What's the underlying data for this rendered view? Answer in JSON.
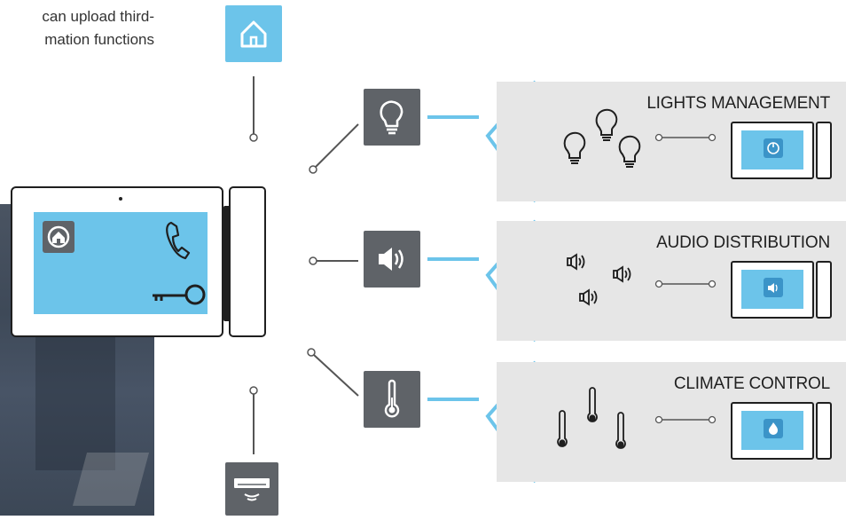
{
  "intro": {
    "line1": "can upload third-",
    "line2": "mation functions"
  },
  "accent_color": "#6cc4ea",
  "tile_color": "#5f6368",
  "band_color": "#e6e6e6",
  "sections": [
    {
      "id": "lights",
      "title": "LIGHTS MANAGEMENT",
      "tile_icon": "light-bulb-icon",
      "device_icons": "light-bulb-icon",
      "mini_icon": "power-icon"
    },
    {
      "id": "audio",
      "title": "AUDIO DISTRIBUTION",
      "tile_icon": "speaker-icon",
      "device_icons": "speaker-icon",
      "mini_icon": "speaker-icon"
    },
    {
      "id": "climate",
      "title": "CLIMATE CONTROL",
      "tile_icon": "thermometer-icon",
      "device_icons": "thermometer-icon",
      "mini_icon": "flame-icon"
    }
  ],
  "hub": {
    "top_tile_icon": "home-icon",
    "bottom_tile_icon": "air-conditioner-icon",
    "screen_icons": [
      "home-icon",
      "phone-handset-icon",
      "key-icon"
    ]
  }
}
